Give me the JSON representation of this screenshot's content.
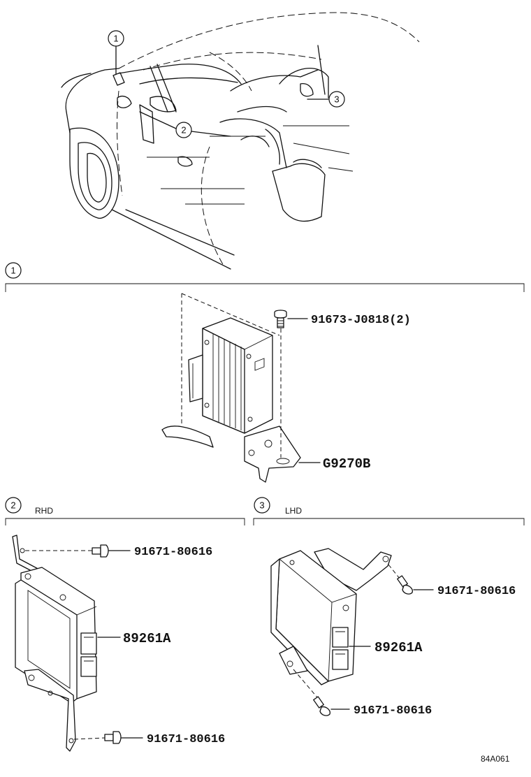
{
  "overview": {
    "callouts": [
      "1",
      "2",
      "3"
    ]
  },
  "section1": {
    "number": "1",
    "bolt_part": "91673-J0818(2)",
    "module_part": "G9270B"
  },
  "section2": {
    "number": "2",
    "label": "RHD",
    "bolt_upper": "91671-80616",
    "ecu_part": "89261A",
    "bolt_lower": "91671-80616"
  },
  "section3": {
    "number": "3",
    "label": "LHD",
    "bolt_upper": "91671-80616",
    "ecu_part": "89261A",
    "bolt_lower": "91671-80616"
  },
  "illustration_code": "84A061"
}
